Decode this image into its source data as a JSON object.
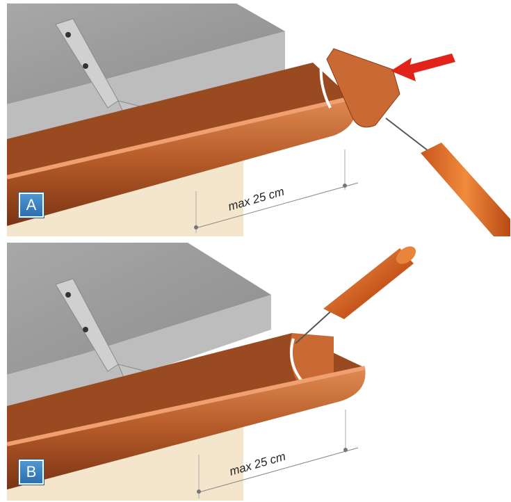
{
  "panels": [
    {
      "label": "A",
      "dimension": "max 25 cm"
    },
    {
      "label": "B",
      "dimension": "max 25 cm"
    }
  ],
  "colors": {
    "copper": "#b35a2a",
    "copper_light": "#d9824a",
    "roof": "#9a9a9a",
    "wall": "#f3e6cc",
    "arrow": "#e2231a"
  }
}
